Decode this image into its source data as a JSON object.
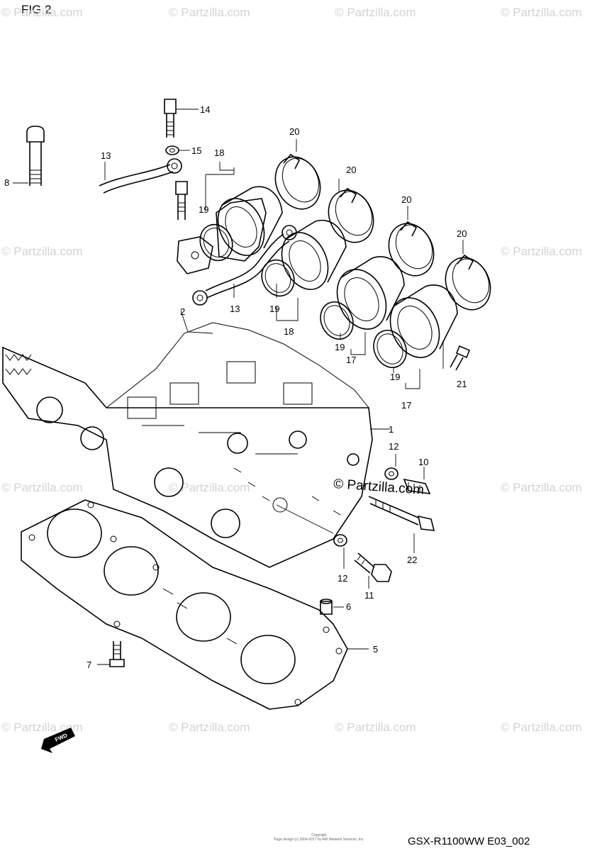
{
  "figure": {
    "title": "FIG.2"
  },
  "watermark": {
    "text": "© Partzilla.com",
    "main": "© Partzilla.com"
  },
  "footer": {
    "code": "GSX-R1100WW  E03_002",
    "copyright_line1": "Copyright",
    "copyright_line2": "Page design (c) 2004-2017 by ARI Network Services, Inc."
  },
  "forward_marker": {
    "label": "FWD"
  },
  "callouts": [
    "1",
    "2",
    "5",
    "6",
    "7",
    "8",
    "10",
    "11",
    "12",
    "12",
    "13",
    "13",
    "14",
    "15",
    "17",
    "17",
    "18",
    "18",
    "19",
    "19",
    "19",
    "19",
    "20",
    "20",
    "20",
    "20",
    "21",
    "22"
  ]
}
